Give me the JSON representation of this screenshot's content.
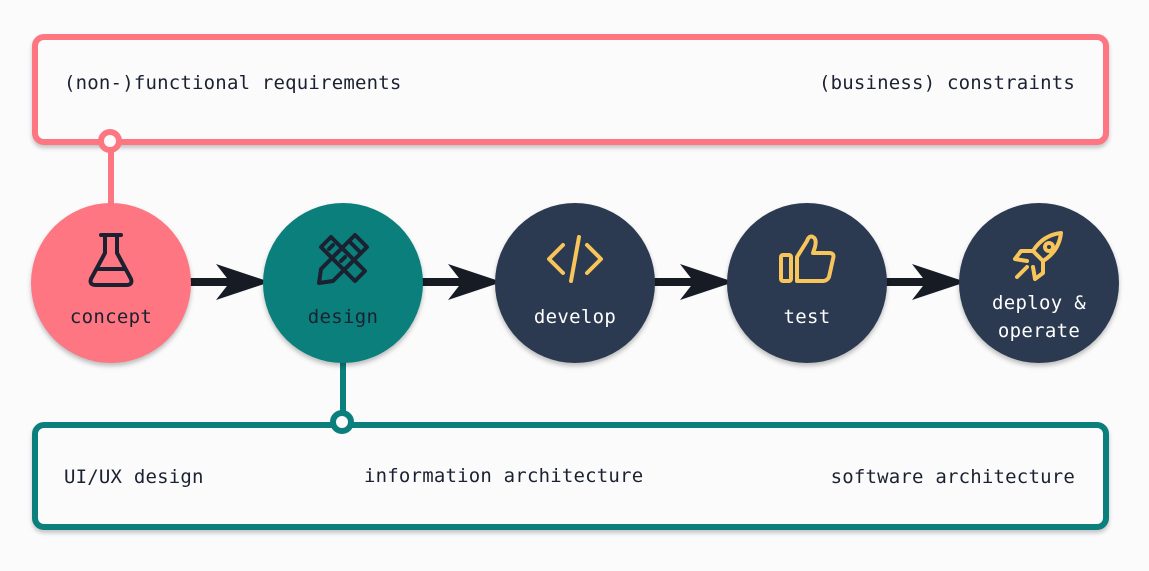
{
  "requirements_box": {
    "left_label": "(non-)functional requirements",
    "right_label": "(business) constraints"
  },
  "design_box": {
    "label_1": "UI/UX design",
    "label_2": "information architecture",
    "label_3": "software architecture"
  },
  "stages": [
    {
      "label": "concept",
      "icon": "flask-icon",
      "color": "#fd7681",
      "text_color": "#1b2130"
    },
    {
      "label": "design",
      "icon": "pencil-ruler-icon",
      "color": "#0a7f7b",
      "text_color": "#1b2130"
    },
    {
      "label": "develop",
      "icon": "code-icon",
      "color": "#2b3a50",
      "text_color": "#ffffff"
    },
    {
      "label": "test",
      "icon": "thumbs-up-icon",
      "color": "#2b3a50",
      "text_color": "#ffffff"
    },
    {
      "label_line1": "deploy &",
      "label_line2": "operate",
      "icon": "rocket-icon",
      "color": "#2b3a50",
      "text_color": "#ffffff"
    }
  ],
  "colors": {
    "concept": "#fd7681",
    "design": "#0a7f7b",
    "stage_dark": "#2b3a50",
    "icon_accent": "#f8c55b",
    "arrow": "#161b24"
  }
}
